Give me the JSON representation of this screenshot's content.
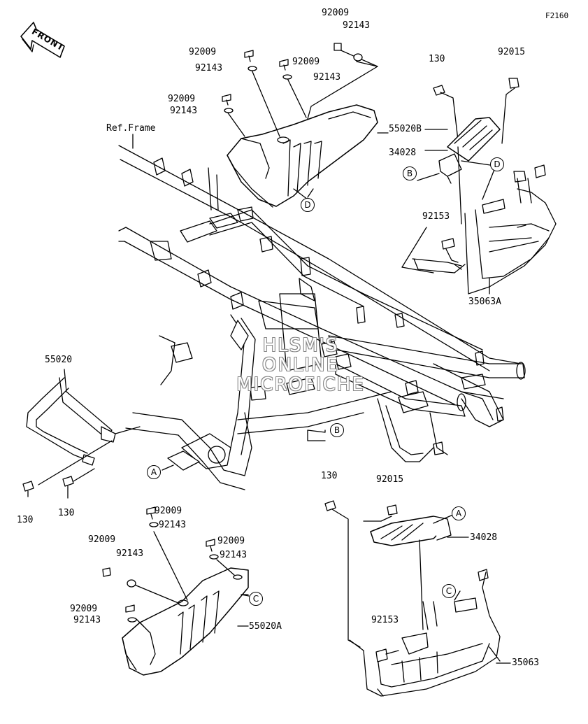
{
  "figure_code": "F2160",
  "front_label": "FRONT",
  "ref_label": "Ref.Frame",
  "watermark_lines": [
    "HLSM'S",
    "ONLINE",
    "MICROFICHE"
  ],
  "callout_letters": {
    "a": "A",
    "b": "B",
    "c": "C",
    "d": "D"
  },
  "parts": {
    "p92009": "92009",
    "p92143": "92143",
    "p55020B": "55020B",
    "p130": "130",
    "p92015": "92015",
    "p34028": "34028",
    "p92153": "92153",
    "p35063A": "35063A",
    "p55020": "55020",
    "p55020A": "55020A",
    "p35063": "35063"
  }
}
